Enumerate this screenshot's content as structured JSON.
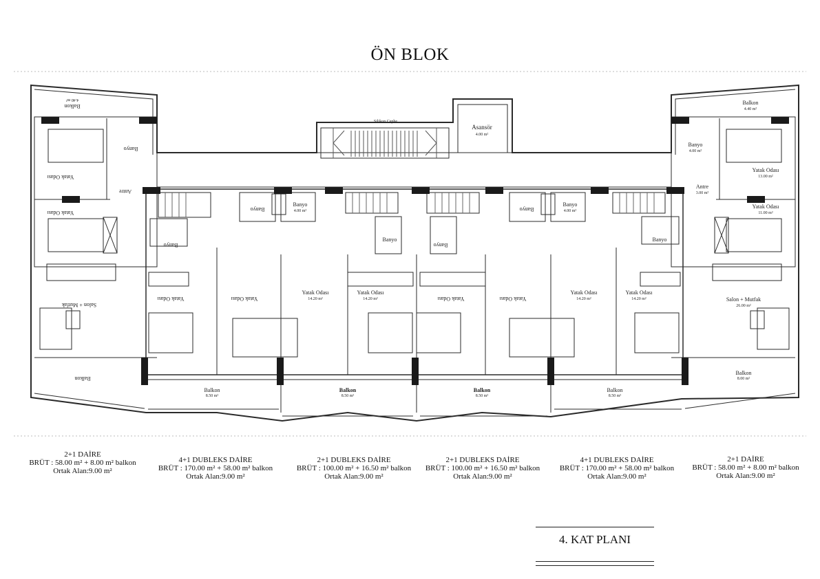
{
  "title": "ÖN BLOK",
  "plan_labels": {
    "facade": "Silikon Cephe",
    "elevator": "Asansör",
    "elevator_area": "4.00 m²",
    "left_balcony_top": "Balkon",
    "left_balcony_top_area": "4.40 m²",
    "right_balcony_top": "Balkon",
    "right_balcony_top_area": "4.40 m²",
    "banyo": "Banyo",
    "banyo_area": "4.00 m²",
    "yatak_odasi": "Yatak Odası",
    "area_13": "13.00 m²",
    "area_11": "11.00 m²",
    "area_1420": "14.20 m²",
    "antre": "Antre",
    "antre_area": "3.00 m²",
    "salon": "Salon + Mutfak",
    "salon_area": "26.00 m²",
    "balkon": "Balkon",
    "balkon_area_8": "8.00 m²",
    "balkon_area_850": "8.50 m²"
  },
  "units": [
    {
      "type": "2+1 DAİRE",
      "brut": "BRÜT : 58.00 m² + 8.00 m²  balkon",
      "ortak": "Ortak Alan:9.00 m²"
    },
    {
      "type": "4+1 DUBLEKS DAİRE",
      "brut": "BRÜT : 170.00 m² + 58.00 m² balkon",
      "ortak": "Ortak Alan:9.00 m²"
    },
    {
      "type": "2+1 DUBLEKS DAİRE",
      "brut": "BRÜT : 100.00 m² + 16.50 m² balkon",
      "ortak": "Ortak Alan:9.00 m²"
    },
    {
      "type": "2+1 DUBLEKS DAİRE",
      "brut": "BRÜT : 100.00 m² + 16.50 m² balkon",
      "ortak": "Ortak Alan:9.00 m²"
    },
    {
      "type": "4+1 DUBLEKS DAİRE",
      "brut": "BRÜT : 170.00 m² + 58.00 m² balkon",
      "ortak": "Ortak Alan:9.00 m²"
    },
    {
      "type": "2+1 DAİRE",
      "brut": "BRÜT : 58.00 m² + 8.00 m² balkon",
      "ortak": "Ortak Alan:9.00 m²"
    }
  ],
  "plan_title": "4. KAT PLANI"
}
